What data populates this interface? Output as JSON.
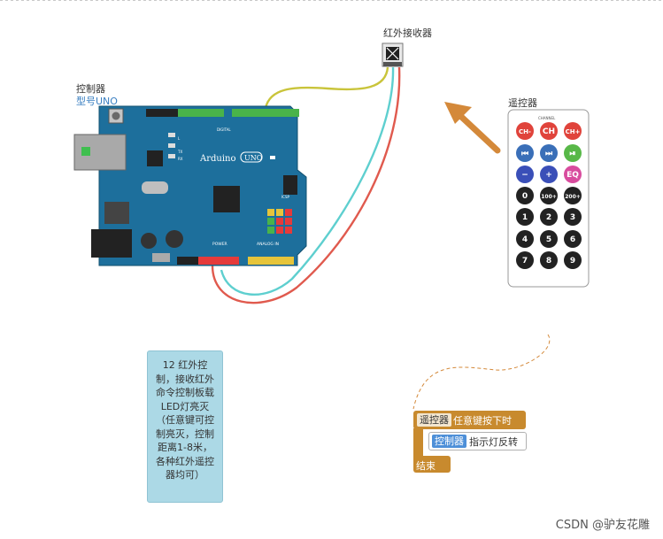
{
  "labels": {
    "ir_receiver": "红外接收器",
    "controller": "控制器",
    "controller_model": "型号UNO",
    "remote": "遥控器"
  },
  "note": "12 红外控制，接收红外命令控制板载LED灯亮灭（任意键可控制亮灭，控制距离1-8米，各种红外遥控器均可）",
  "blocks": {
    "event_component": "遥控器",
    "event_text": "任意键按下时",
    "action_component": "控制器",
    "action_text": "指示灯反转",
    "end": "结束"
  },
  "board": {
    "name": "Arduino",
    "model": "UNO",
    "digital": "DIGITAL",
    "power": "POWER",
    "analog_in": "ANALOG IN",
    "icsp": "ICSP",
    "tx": "TX",
    "rx": "RX",
    "l": "L"
  },
  "remote": {
    "channel": "CHANNEL",
    "row1": [
      "CH-",
      "CH",
      "CH+"
    ],
    "row2": [
      "⏮",
      "⏭",
      "⏯"
    ],
    "row3": [
      "−",
      "+",
      "EQ"
    ],
    "row4": [
      "0",
      "100+",
      "200+"
    ],
    "row5": [
      "1",
      "2",
      "3"
    ],
    "row6": [
      "4",
      "5",
      "6"
    ],
    "row7": [
      "7",
      "8",
      "9"
    ]
  },
  "colors": {
    "board": "#1d6f9c",
    "wire_yellow": "#c9c43a",
    "wire_cyan": "#5ecfcf",
    "wire_red": "#e05a4e",
    "arrow": "#d4893a",
    "block": "#c88a2e",
    "note_bg": "#acd9e6"
  },
  "watermark": "CSDN @驴友花雕"
}
